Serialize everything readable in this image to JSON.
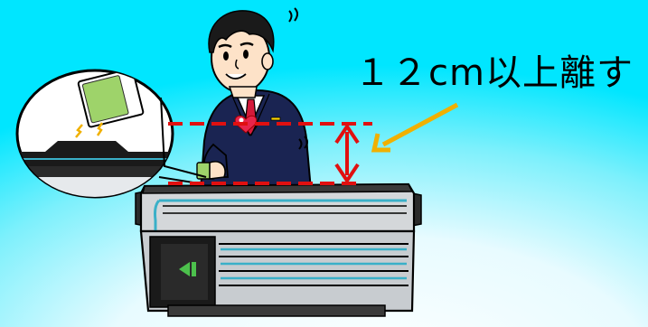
{
  "caption": "１２cm以上離す",
  "colors": {
    "background_center": "#ffffff",
    "background_edge": "#00e5ff",
    "guide_line": "#e01010",
    "pointer_arrow": "#f0b000",
    "suit": "#1a2452",
    "card": "#9ed36a",
    "reader_body": "#c8ccd0",
    "reader_accent": "#3ab0c8",
    "reader_indicator": "#4cc04c"
  },
  "icons": [
    "person-illustration",
    "card-reader-machine",
    "magnifier-callout",
    "measurement-arrow",
    "pointer-arrow",
    "sweat-marks"
  ]
}
